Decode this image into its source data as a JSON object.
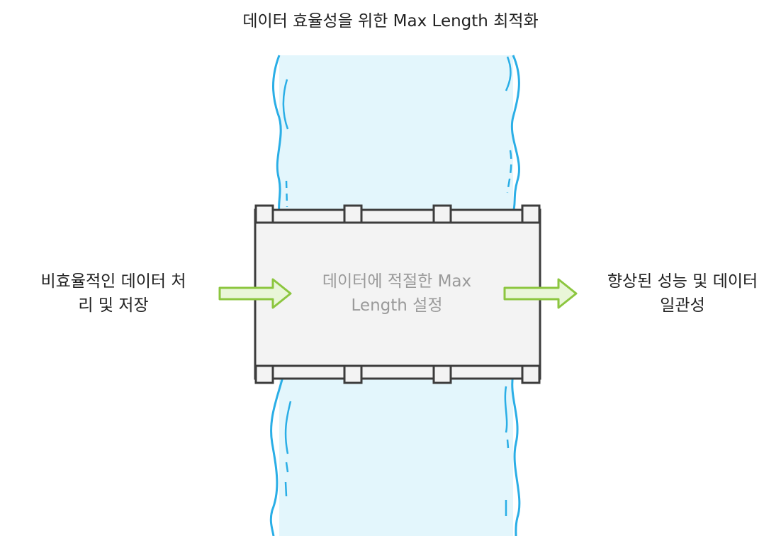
{
  "title": "데이터 효율성을 위한 Max Length 최적화",
  "left_label": [
    "비효율적인 데이터 처",
    "리 및 저장"
  ],
  "center_label": [
    "데이터에 적절한 Max",
    "Length 설정"
  ],
  "right_label": [
    "향상된 성능 및 데이터",
    "일관성"
  ],
  "colors": {
    "water_fill": "#e3f6fc",
    "water_stroke": "#2aaee6",
    "pipe_fill": "#f3f3f3",
    "pipe_stroke": "#3c3c3c",
    "arrow_fill": "#e9f6d8",
    "arrow_stroke": "#8cc63f",
    "text": "#222222",
    "center_text": "#9a9a9a"
  }
}
